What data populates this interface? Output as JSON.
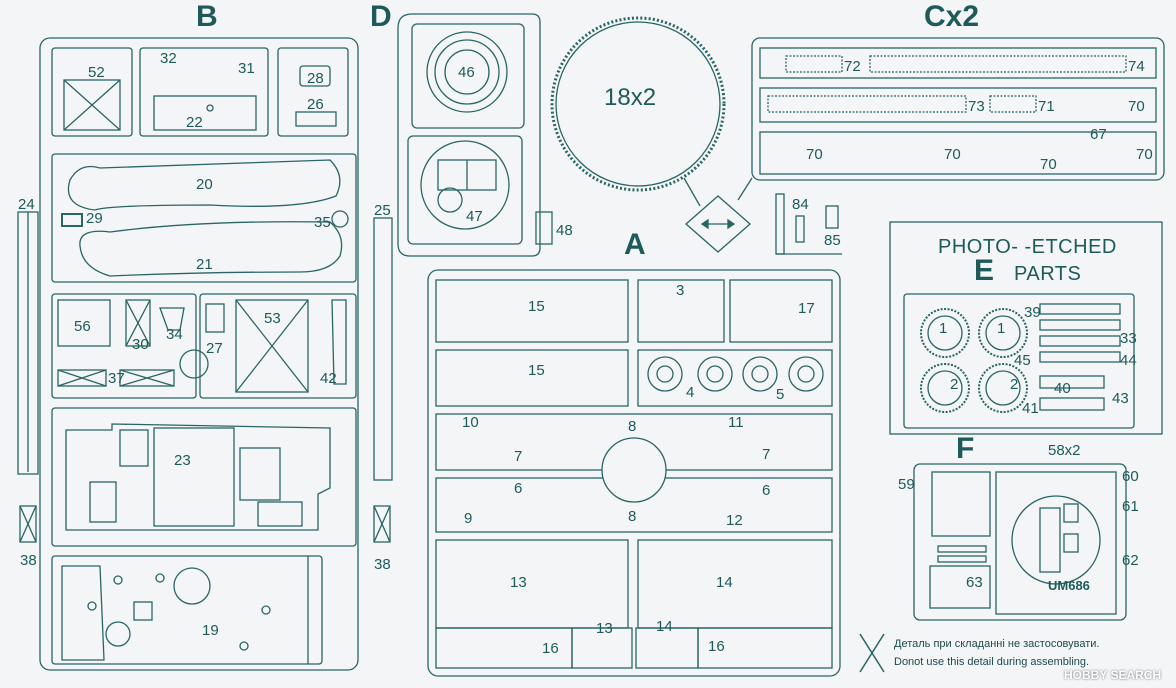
{
  "sprue_letters": {
    "b": "B",
    "d": "D",
    "a": "A",
    "cx2": "Cx2",
    "e": "E",
    "f": "F"
  },
  "track_wheel": {
    "label": "18x2"
  },
  "photo_etched": {
    "line1": "PHOTO- -ETCHED",
    "line2": "PARTS"
  },
  "f_part_58": "58x2",
  "f_logo": "UM686",
  "part_numbers": {
    "p52": "52",
    "p32": "32",
    "p31": "31",
    "p28": "28",
    "p26": "26",
    "p22": "22",
    "p20": "20",
    "p29": "29",
    "p35": "35",
    "p21": "21",
    "p24": "24",
    "p25": "25",
    "p56": "56",
    "p30": "30",
    "p34": "34",
    "p27": "27",
    "p53": "53",
    "p37": "37",
    "p42": "42",
    "p23": "23",
    "p19": "19",
    "p38a": "38",
    "p38b": "38",
    "p46": "46",
    "p47": "47",
    "p48": "48",
    "p72": "72",
    "p74": "74",
    "p73": "73",
    "p71": "71",
    "p70a": "70",
    "p67": "67",
    "p70b": "70",
    "p70c": "70",
    "p70d": "70",
    "p70e": "70",
    "p84": "84",
    "p85": "85",
    "p15a": "15",
    "p15b": "15",
    "p3": "3",
    "p17": "17",
    "p4": "4",
    "p5": "5",
    "p10": "10",
    "p8a": "8",
    "p11": "11",
    "p7a": "7",
    "p7b": "7",
    "p6a": "6",
    "p6b": "6",
    "p9": "9",
    "p8b": "8",
    "p12": "12",
    "p13a": "13",
    "p14a": "14",
    "p13b": "13",
    "p14b": "14",
    "p16a": "16",
    "p16b": "16",
    "p1a": "1",
    "p1b": "1",
    "p39": "39",
    "p33": "33",
    "p45": "45",
    "p44": "44",
    "p2a": "2",
    "p2b": "2",
    "p40": "40",
    "p41": "41",
    "p43": "43",
    "p59": "59",
    "p60": "60",
    "p61": "61",
    "p62": "62",
    "p63": "63"
  },
  "legend": {
    "line1": "Деталь при складанні не застосовувати.",
    "line2": "Donot use this detail during assembling."
  },
  "watermark": "HOBBY SEARCH"
}
